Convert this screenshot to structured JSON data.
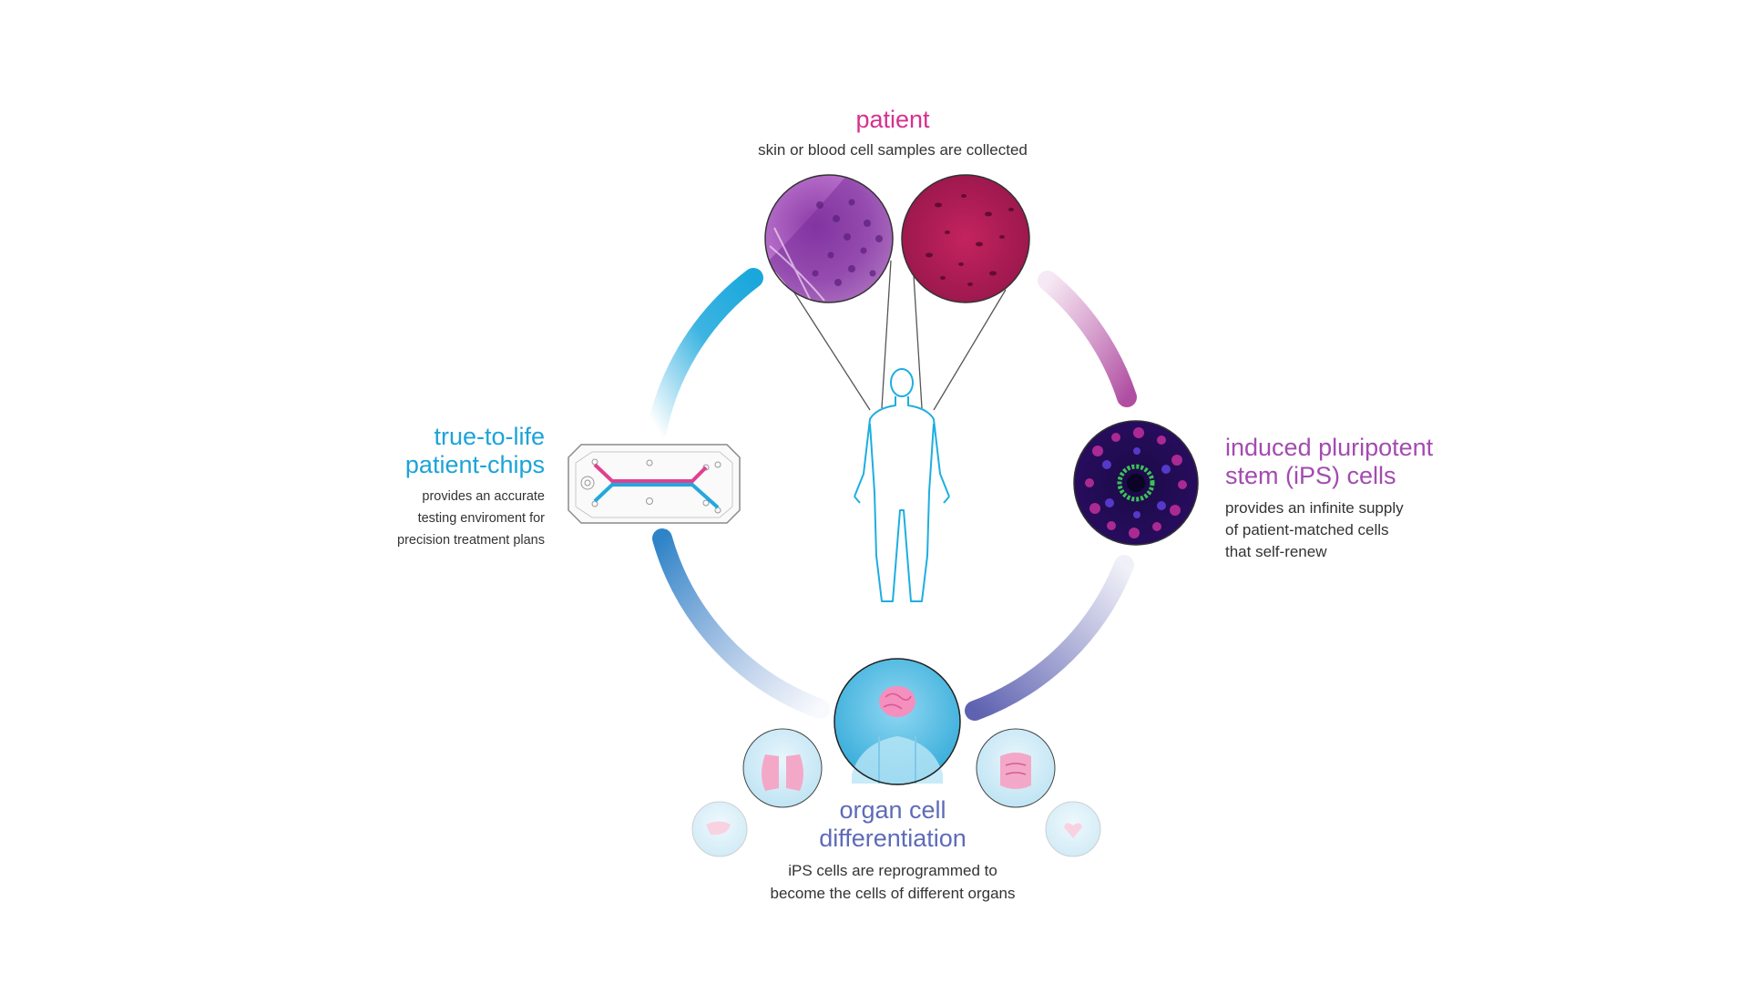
{
  "colors": {
    "patient": "#d6318f",
    "ips": "#a34bb0",
    "chips": "#1ca3d8",
    "organ": "#5e6bb8",
    "ring_blue": "#1aa7dc",
    "ring_pink": "#c46ab3",
    "ring_indigo": "#6b6fb8"
  },
  "patient": {
    "title": "patient",
    "description": "skin or blood cell samples are collected"
  },
  "ips": {
    "title_line1": "induced pluripotent",
    "title_line2": "stem (iPS) cells",
    "desc_line1": "provides an infinite supply",
    "desc_line2": "of patient-matched cells",
    "desc_line3": "that self-renew"
  },
  "chips": {
    "title_line1": "true-to-life",
    "title_line2": "patient-chips",
    "desc_line1": "provides an accurate",
    "desc_line2": "testing enviroment for",
    "desc_line3": "precision treatment plans"
  },
  "organ": {
    "title_line1": "organ cell",
    "title_line2": "differentiation",
    "desc_line1": "iPS cells are reprogrammed to",
    "desc_line2": "become the cells of different organs"
  },
  "icons": [
    "skin-tissue-micrograph-icon",
    "blood-cell-micrograph-icon",
    "human-body-outline-icon",
    "ips-cell-colony-icon",
    "organ-chip-icon",
    "brain-organ-icon",
    "lung-organ-icon",
    "intestine-organ-icon",
    "liver-organ-icon",
    "heart-organ-icon"
  ]
}
